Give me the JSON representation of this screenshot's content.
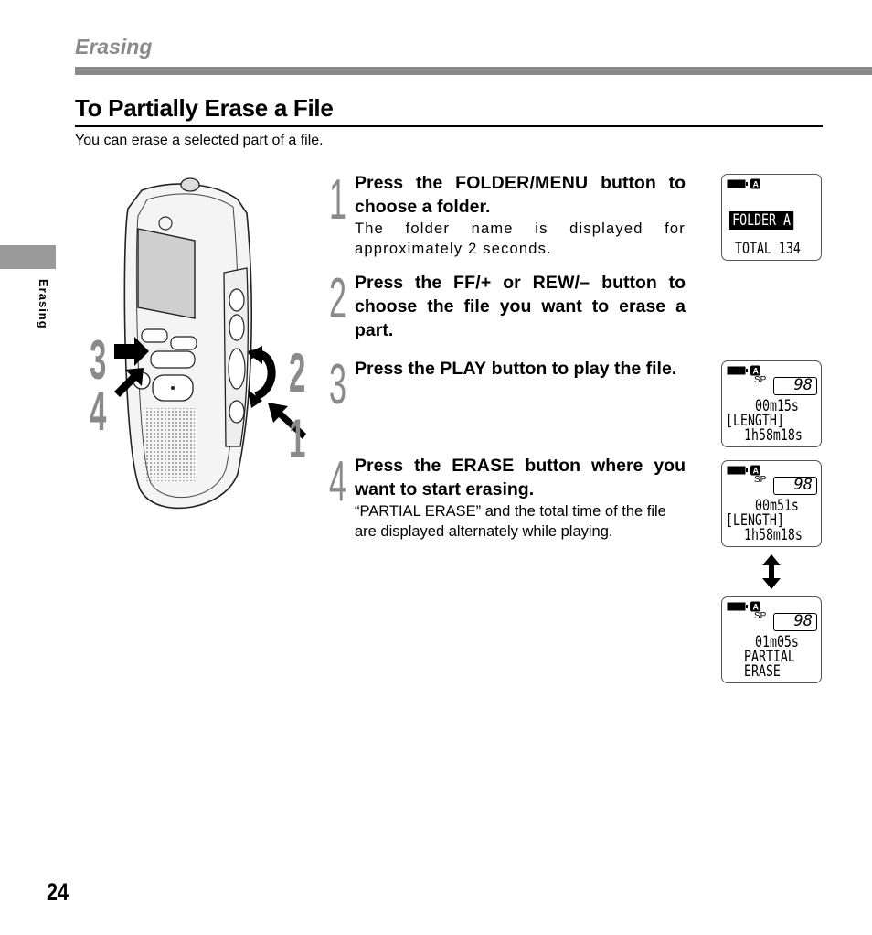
{
  "header": {
    "section": "Erasing"
  },
  "side_tab": {
    "label": "Erasing"
  },
  "title": "To Partially Erase a File",
  "intro": "You can erase a selected part of a file.",
  "steps": [
    {
      "num": "1",
      "head_pre": "Press the ",
      "key": "FOLDER/MENU",
      "head_post": " button to choose a folder.",
      "body": "The folder name is displayed for approximately 2 seconds."
    },
    {
      "num": "2",
      "head_pre": "Press the ",
      "key": "FF/+",
      "head_mid": " or ",
      "key2": "REW/–",
      "head_post": " button to choose the file you want to erase a part."
    },
    {
      "num": "3",
      "head_pre": "Press the ",
      "key": "PLAY",
      "head_post": " button to play the file."
    },
    {
      "num": "4",
      "head_pre": "Press the ",
      "key": "ERASE",
      "head_post": " button where you want to start erasing.",
      "body": "“PARTIAL ERASE” and the total time of the file are displayed alternately while playing."
    }
  ],
  "illustration": {
    "callouts": [
      "3",
      "4",
      "2",
      "1"
    ]
  },
  "lcd": [
    {
      "line1": "FOLDER A",
      "line2": "TOTAL 134"
    },
    {
      "sp": "SP",
      "num": "98",
      "line1": "00m15s",
      "line2": "[LENGTH]",
      "line3": "1h58m18s"
    },
    {
      "sp": "SP",
      "num": "98",
      "line1": "00m51s",
      "line2": "[LENGTH]",
      "line3": "1h58m18s"
    },
    {
      "sp": "SP",
      "num": "98",
      "line1": "01m05s",
      "line2": "PARTIAL",
      "line3": "ERASE"
    }
  ],
  "page_number": "24"
}
